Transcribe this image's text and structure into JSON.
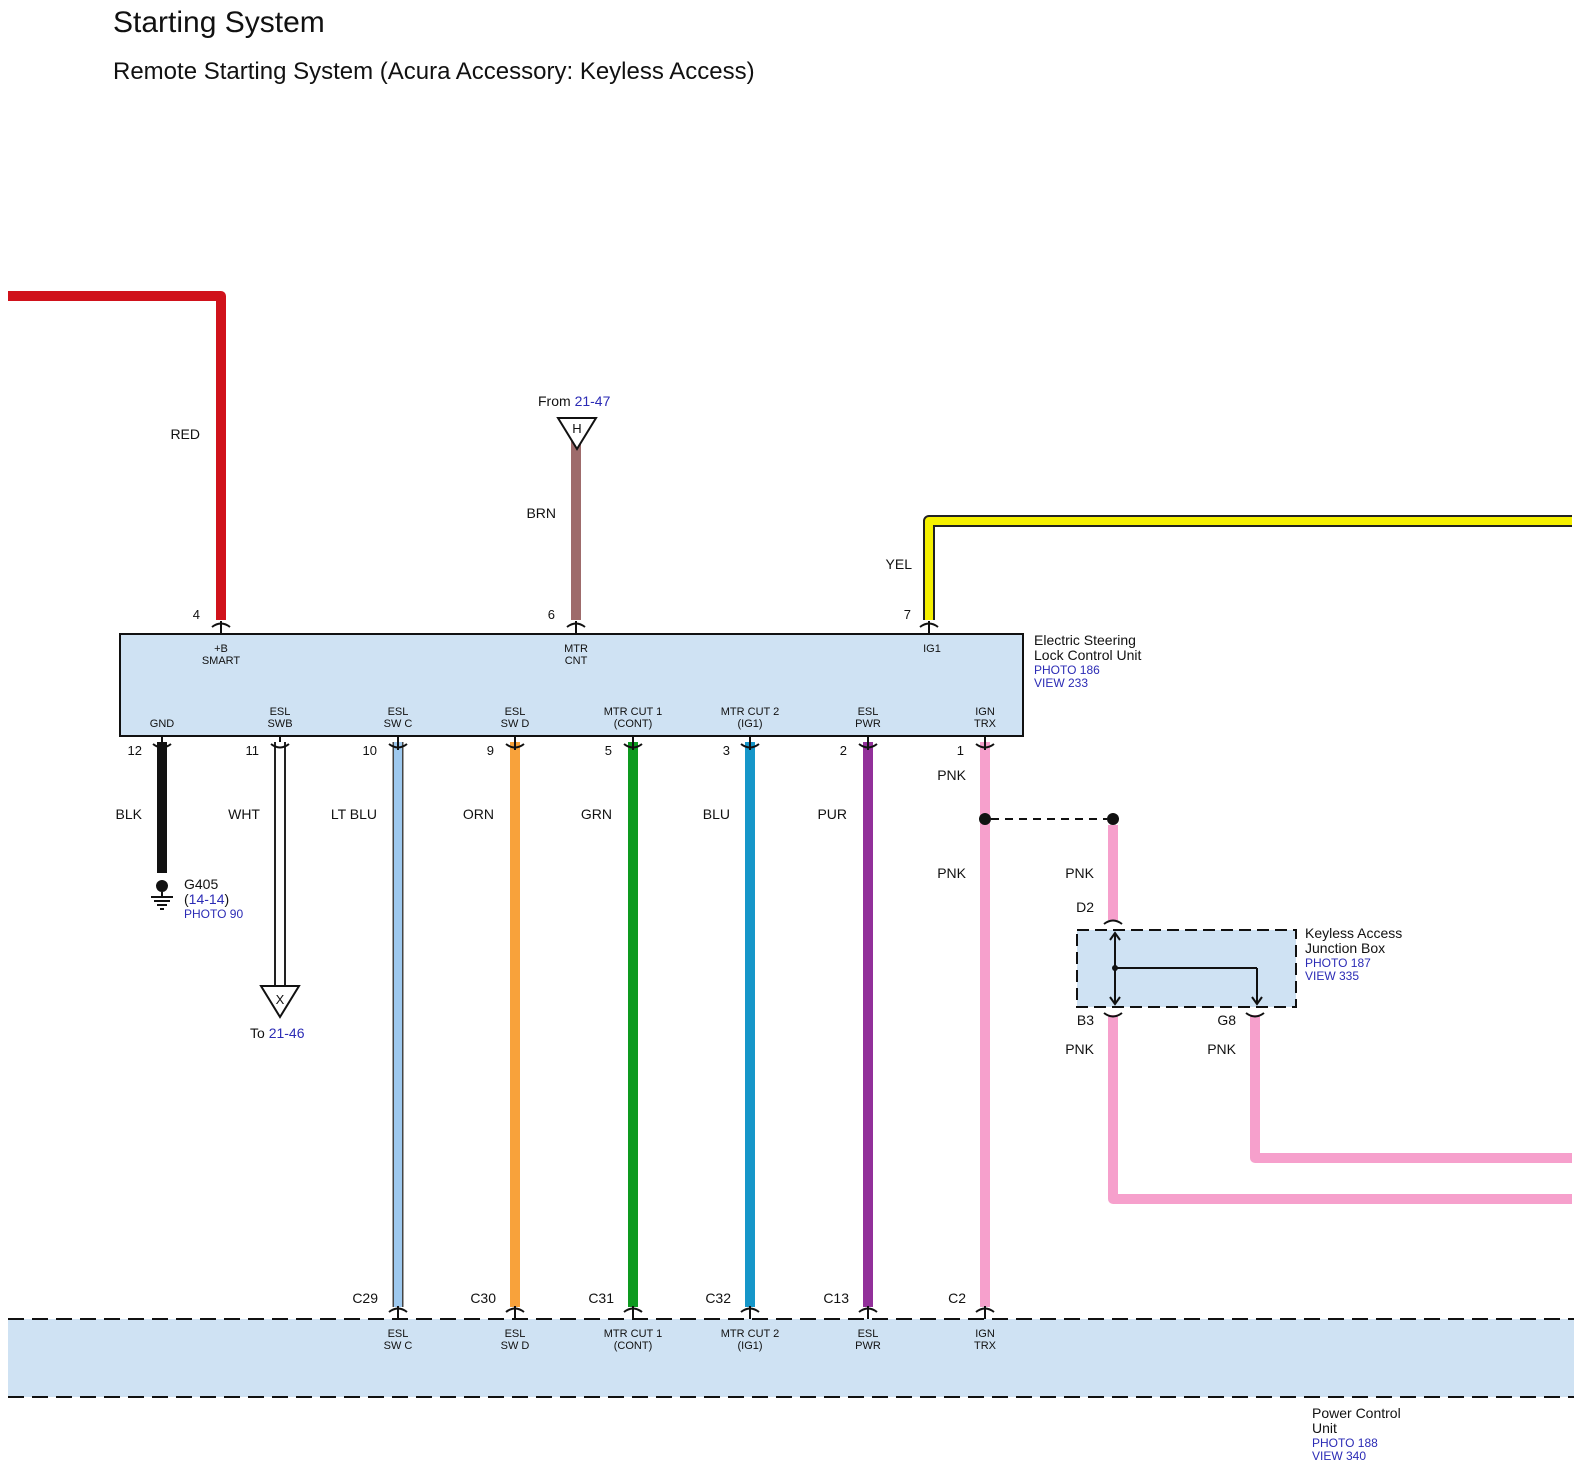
{
  "header": {
    "title": "Starting System",
    "subtitle": "Remote Starting System (Acura Accessory: Keyless Access)"
  },
  "esl_unit": {
    "name_line1": "Electric Steering",
    "name_line2": "Lock Control Unit",
    "photo": "PHOTO 186",
    "view": "VIEW 233",
    "top_pins": [
      {
        "pin": "4",
        "label1": "+B",
        "label2": "SMART",
        "wire": "RED"
      },
      {
        "pin": "6",
        "label1": "MTR",
        "label2": "CNT",
        "wire": "BRN"
      },
      {
        "pin": "7",
        "label1": "IG1",
        "label2": "",
        "wire": "YEL"
      }
    ],
    "bottom_pins": [
      {
        "pin": "12",
        "label1": "",
        "label2": "GND",
        "wire": "BLK"
      },
      {
        "pin": "11",
        "label1": "ESL",
        "label2": "SWB",
        "wire": "WHT"
      },
      {
        "pin": "10",
        "label1": "ESL",
        "label2": "SW C",
        "wire": "LT BLU"
      },
      {
        "pin": "9",
        "label1": "ESL",
        "label2": "SW D",
        "wire": "ORN"
      },
      {
        "pin": "5",
        "label1": "MTR CUT 1",
        "label2": "(CONT)",
        "wire": "GRN"
      },
      {
        "pin": "3",
        "label1": "MTR CUT 2",
        "label2": "(IG1)",
        "wire": "BLU"
      },
      {
        "pin": "2",
        "label1": "ESL",
        "label2": "PWR",
        "wire": "PUR"
      },
      {
        "pin": "1",
        "label1": "IGN",
        "label2": "TRX",
        "wire": "PNK"
      }
    ]
  },
  "from_ref": {
    "prefix": "From ",
    "link": "21-47",
    "letter": "H"
  },
  "to_ref": {
    "prefix": "To ",
    "link": "21-46",
    "letter": "X"
  },
  "ground": {
    "name": "G405",
    "ref_open": "(",
    "ref": "14-14",
    "ref_close": ")",
    "photo": "PHOTO 90"
  },
  "pink_labels": {
    "upper": "PNK",
    "lower": "PNK",
    "branch": "PNK",
    "b3": "PNK",
    "g8": "PNK"
  },
  "junction_box": {
    "name_line1": "Keyless Access",
    "name_line2": "Junction Box",
    "photo": "PHOTO 187",
    "view": "VIEW 335",
    "pins": [
      "D2",
      "B3",
      "G8"
    ]
  },
  "pcu": {
    "name_line1": "Power Control",
    "name_line2": "Unit",
    "photo": "PHOTO 188",
    "view": "VIEW 340",
    "pins": [
      {
        "pin": "C29",
        "label1": "ESL",
        "label2": "SW C"
      },
      {
        "pin": "C30",
        "label1": "ESL",
        "label2": "SW D"
      },
      {
        "pin": "C31",
        "label1": "MTR CUT 1",
        "label2": "(CONT)"
      },
      {
        "pin": "C32",
        "label1": "MTR CUT 2",
        "label2": "(IG1)"
      },
      {
        "pin": "C13",
        "label1": "ESL",
        "label2": "PWR"
      },
      {
        "pin": "C2",
        "label1": "IGN",
        "label2": "TRX"
      }
    ]
  },
  "colors": {
    "RED": "#d0121b",
    "BRN": "#9e6b6b",
    "YEL": "#f5f000",
    "BLK": "#111111",
    "LT BLU": "#9ec9ef",
    "ORN": "#f8a23b",
    "GRN": "#0d9a1f",
    "BLU": "#1596c9",
    "PUR": "#92309a",
    "PNK": "#f6a0cc",
    "box_fill": "#cfe2f3",
    "link": "#2b2bb5"
  }
}
